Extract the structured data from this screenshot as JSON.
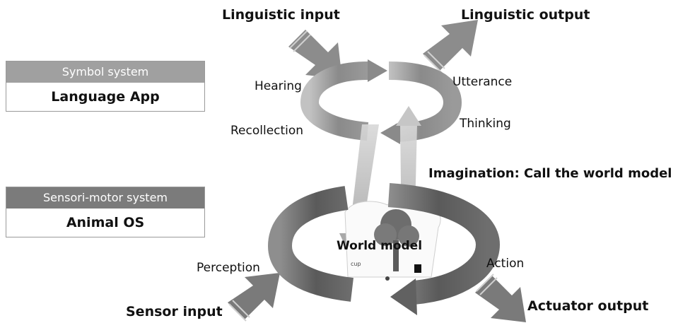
{
  "labels": {
    "linguistic_input": "Linguistic input",
    "linguistic_output": "Linguistic output",
    "hearing": "Hearing",
    "utterance": "Utterance",
    "recollection": "Recollection",
    "thinking": "Thinking",
    "imagination": "Imagination: Call the world model",
    "world_model": "World model",
    "perception": "Perception",
    "action": "Action",
    "sensor_input": "Sensor input",
    "actuator_output": "Actuator output",
    "cup": "cup"
  },
  "boxes": {
    "symbol": {
      "header": "Symbol system",
      "body": "Language App"
    },
    "sensori": {
      "header": "Sensori-motor system",
      "body": "Animal OS"
    }
  },
  "colors": {
    "upper_arrow": "#9e9e9e",
    "lower_arrow": "#7d7d7d",
    "symbol_header": "#a0a0a0",
    "sensori_header": "#7b7b7b",
    "arrow_light": "#bdbdbd"
  }
}
